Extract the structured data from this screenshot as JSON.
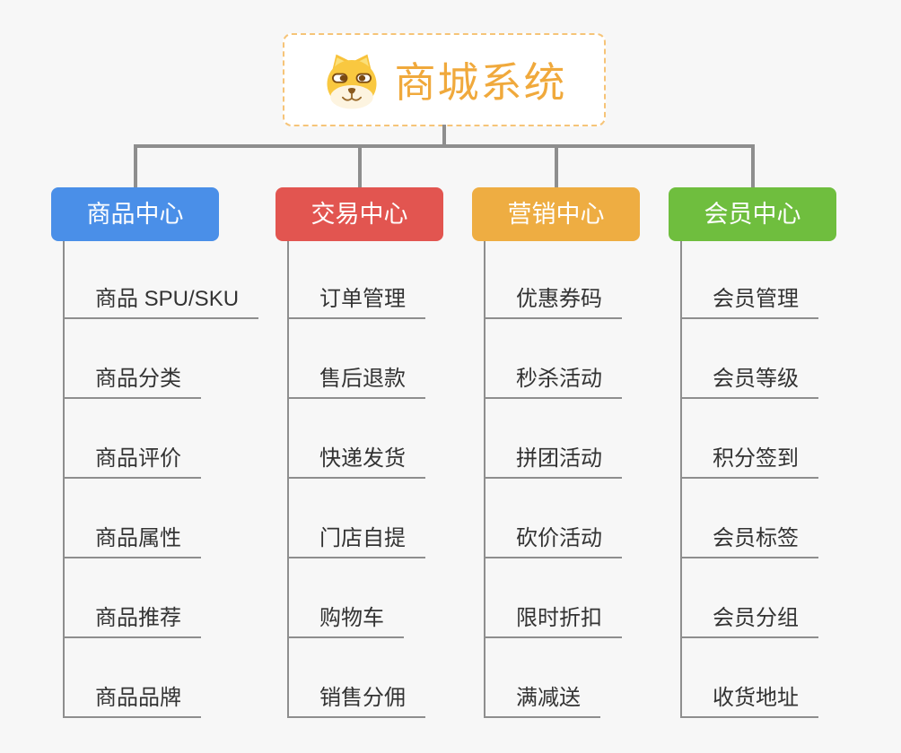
{
  "root": {
    "title": "商城系统",
    "icon": "dog-icon",
    "border_color": "#f6c478",
    "title_color": "#f0a93c",
    "background": "#ffffff"
  },
  "branches": [
    {
      "label": "商品中心",
      "color": "#4a8fe8",
      "children": [
        "商品 SPU/SKU",
        "商品分类",
        "商品评价",
        "商品属性",
        "商品推荐",
        "商品品牌"
      ]
    },
    {
      "label": "交易中心",
      "color": "#e25550",
      "children": [
        "订单管理",
        "售后退款",
        "快递发货",
        "门店自提",
        "购物车",
        "销售分佣"
      ]
    },
    {
      "label": "营销中心",
      "color": "#eead42",
      "children": [
        "优惠券码",
        "秒杀活动",
        "拼团活动",
        "砍价活动",
        "限时折扣",
        "满减送"
      ]
    },
    {
      "label": "会员中心",
      "color": "#6fbe3e",
      "children": [
        "会员管理",
        "会员等级",
        "积分签到",
        "会员标签",
        "会员分组",
        "收货地址"
      ]
    }
  ],
  "colors": {
    "connector": "#8e8e8e",
    "child_text": "#333333",
    "header_text": "#ffffff",
    "background": "#f7f7f7"
  }
}
